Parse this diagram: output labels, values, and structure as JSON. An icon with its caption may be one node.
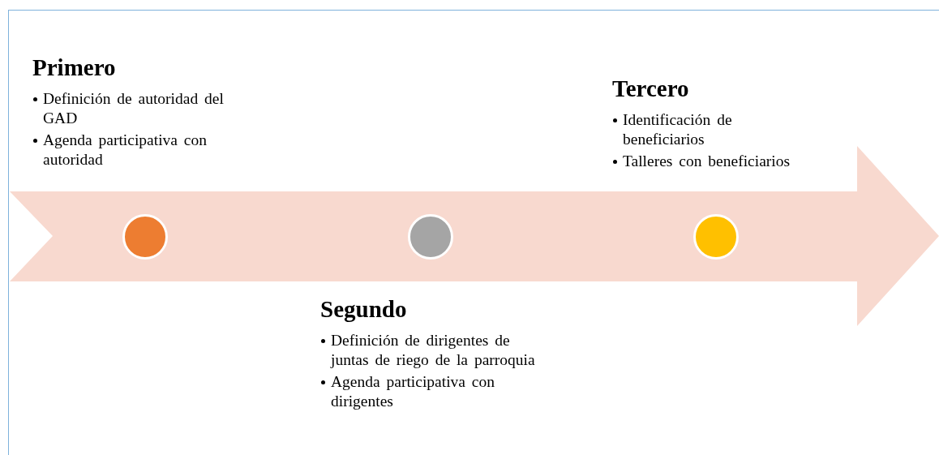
{
  "diagram": {
    "nodes": [
      {
        "text": [],
        "shape": "arrow"
      },
      {
        "text": [],
        "shape": "circle",
        "in": 0
      },
      {
        "text": [],
        "shape": "circle",
        "in": 0
      },
      {
        "text": [],
        "shape": "circle",
        "in": 0
      }
    ],
    "labels": [
      "Primero",
      "Definición de autoridad del GAD",
      "Agenda participativa con autoridad",
      "Tercero",
      "Identificación de beneficiarios",
      "Talleres con beneficiarios",
      "Segundo",
      "Definición de dirigentes de juntas de riego de la parroquia",
      "Agenda participativa con dirigentes"
    ]
  }
}
